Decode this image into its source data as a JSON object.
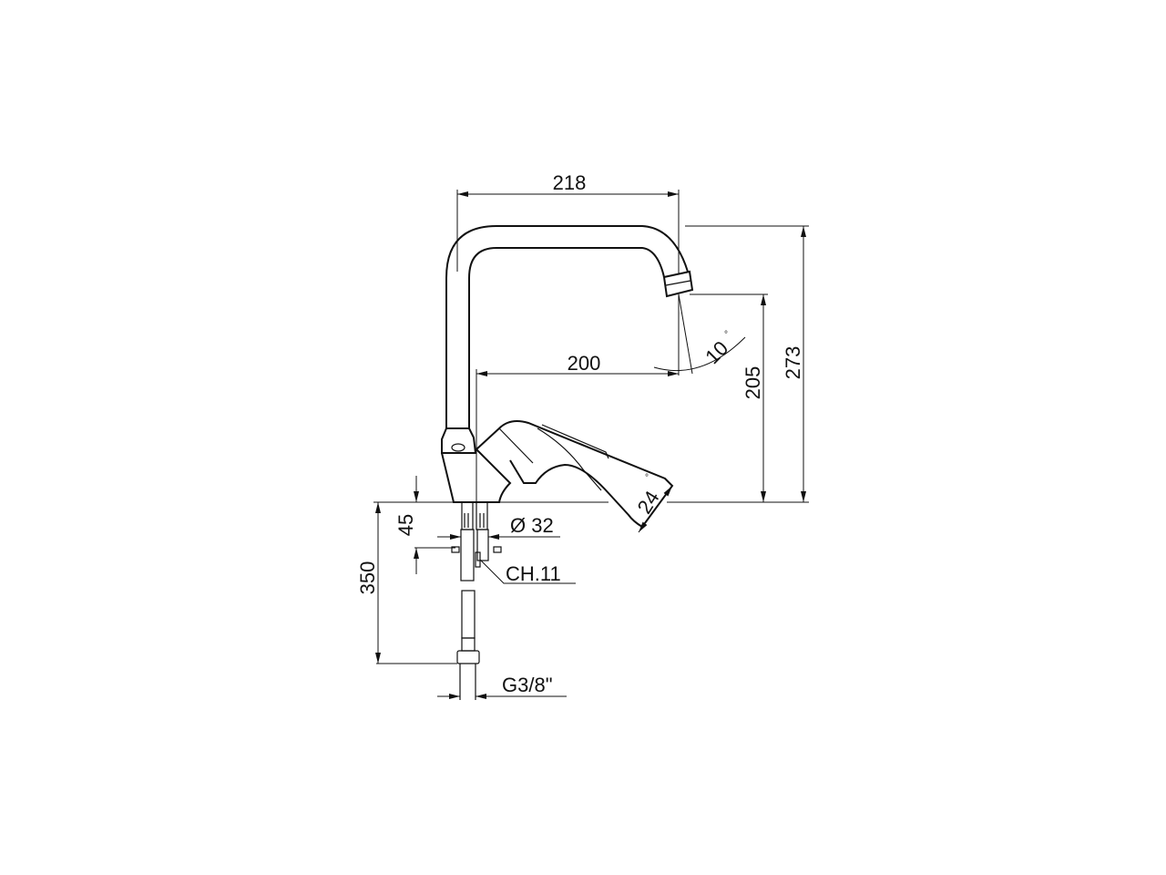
{
  "drawing": {
    "line_color": "#111111",
    "background": "#ffffff",
    "dimensions": {
      "spout_reach_total": "218",
      "spout_reach": "200",
      "total_height": "273",
      "spout_height": "205",
      "spout_angle": "10",
      "degree_symbol": "°",
      "handle_angle": "24",
      "shank_length": "45",
      "hose_length": "350",
      "shank_diameter": "Ø 32",
      "nut_size": "CH.11",
      "hose_thread": "G3/8\""
    }
  }
}
